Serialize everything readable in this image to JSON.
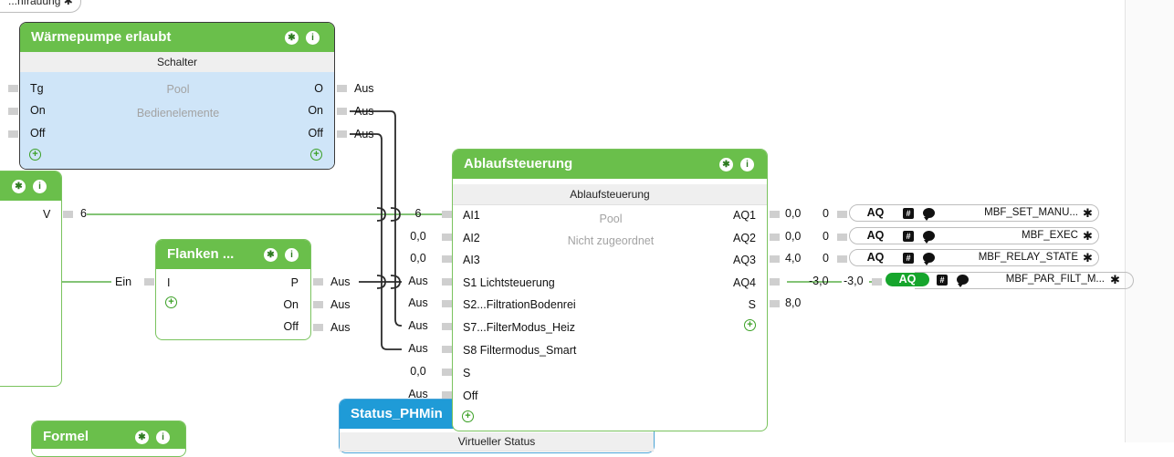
{
  "top_link": {
    "label": "...nfrauung",
    "icon": "gear-icon"
  },
  "waermepumpe": {
    "title": "Wärmepumpe erlaubt",
    "type": "Schalter",
    "room": "Pool",
    "category": "Bedienelemente",
    "inputs": [
      "Tg",
      "On",
      "Off"
    ],
    "outputs": [
      "O",
      "On",
      "Off"
    ],
    "output_values": [
      "Aus",
      "Aus",
      "Aus"
    ]
  },
  "left_block": {
    "output": "V",
    "output_value": "6"
  },
  "flanken": {
    "title": "Flanken ...",
    "input": "I",
    "input_value": "Ein",
    "outputs": [
      "P",
      "On",
      "Off"
    ],
    "output_values": [
      "Aus",
      "Aus",
      "Aus"
    ]
  },
  "ablauf": {
    "title": "Ablaufsteuerung",
    "type": "Ablaufsteuerung",
    "room": "Pool",
    "category": "Nicht zugeordnet",
    "inputs": [
      "AI1",
      "AI2",
      "AI3",
      "S1 Lichtsteuerung",
      "S2...FiltrationBodenrei",
      "S7...FilterModus_Heiz",
      "S8 Filtermodus_Smart",
      "S",
      "Off"
    ],
    "input_values": [
      "6",
      "0,0",
      "0,0",
      "Aus",
      "Aus",
      "Aus",
      "Aus",
      "0,0",
      "Aus"
    ],
    "outputs": [
      "AQ1",
      "AQ2",
      "AQ3",
      "AQ4",
      "S"
    ],
    "output_values": [
      "0,0",
      "0,0",
      "4,0",
      "-3,0",
      "8,0"
    ]
  },
  "aq_refs": [
    {
      "label": "AQ",
      "input_value": "0",
      "name": "MBF_SET_MANU...",
      "active": false
    },
    {
      "label": "AQ",
      "input_value": "0",
      "name": "MBF_EXEC",
      "active": false
    },
    {
      "label": "AQ",
      "input_value": "0",
      "name": "MBF_RELAY_STATE",
      "active": false
    },
    {
      "label": "AQ",
      "input_value": "-3,0",
      "name": "MBF_PAR_FILT_M...",
      "active": true
    }
  ],
  "formel": {
    "title": "Formel"
  },
  "status_block": {
    "title": "Status_PHMin",
    "type": "Virtueller Status"
  },
  "colors": {
    "green_header": "#6abf4b",
    "blue_header": "#1f9bd7",
    "active_aq": "#16a52c",
    "wire_green": "#3ba025",
    "wire_dark": "#2b2b2b",
    "blue_body": "#cfe5f8"
  }
}
